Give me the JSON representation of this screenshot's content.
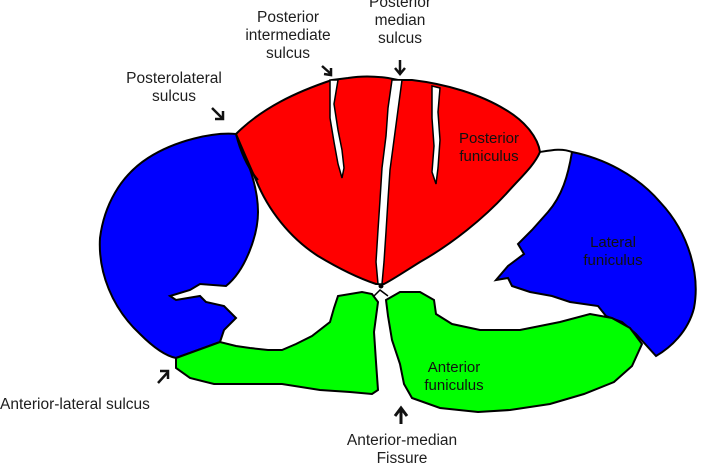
{
  "labels": {
    "posterior_median_sulcus": [
      "Posterior",
      "median",
      "sulcus"
    ],
    "posterior_intermediate_sulcus": [
      "Posterior",
      "intermediate",
      "sulcus"
    ],
    "posterolateral_sulcus": [
      "Posterolateral",
      "sulcus"
    ],
    "posterior_funiculus": [
      "Posterior",
      "funiculus"
    ],
    "lateral_funiculus": [
      "Lateral",
      "funiculus"
    ],
    "anterior_funiculus": [
      "Anterior",
      "funiculus"
    ],
    "anterior_lateral_sulcus": "Anterior-lateral sulcus",
    "anterior_median_fissure": [
      "Anterior-median",
      "Fissure"
    ]
  },
  "colors": {
    "posterior_funiculus": "#ff0000",
    "lateral_funiculus": "#0000ff",
    "anterior_funiculus": "#00ff00",
    "outline": "#000000",
    "background": "#ffffff"
  },
  "icons": [
    "arrow-down-icon",
    "arrow-down-left-icon",
    "arrow-up-icon",
    "arrow-up-left-icon"
  ]
}
